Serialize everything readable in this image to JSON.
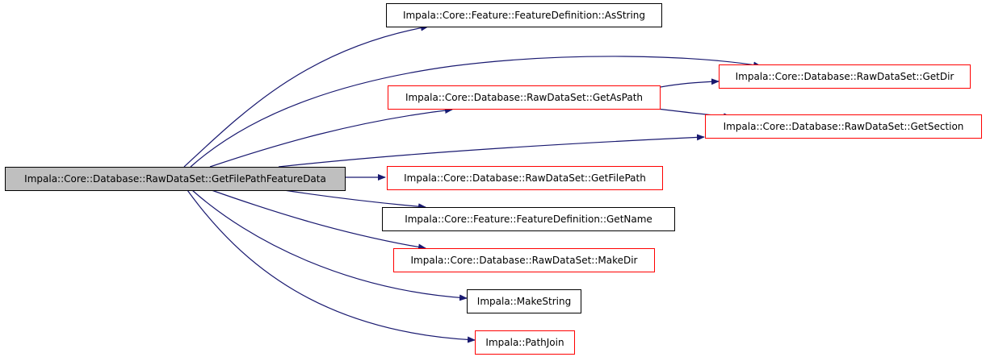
{
  "graph": {
    "root": {
      "id": "root",
      "label": "Impala::Core::Database::RawDataSet::GetFilePathFeatureData"
    },
    "nodes": [
      {
        "id": "asstring",
        "label": "Impala::Core::Feature::FeatureDefinition::AsString",
        "border": "black"
      },
      {
        "id": "getdir",
        "label": "Impala::Core::Database::RawDataSet::GetDir",
        "border": "red"
      },
      {
        "id": "getaspath",
        "label": "Impala::Core::Database::RawDataSet::GetAsPath",
        "border": "red"
      },
      {
        "id": "getsection",
        "label": "Impala::Core::Database::RawDataSet::GetSection",
        "border": "red"
      },
      {
        "id": "getfilepath",
        "label": "Impala::Core::Database::RawDataSet::GetFilePath",
        "border": "red"
      },
      {
        "id": "getname",
        "label": "Impala::Core::Feature::FeatureDefinition::GetName",
        "border": "black"
      },
      {
        "id": "makedir",
        "label": "Impala::Core::Database::RawDataSet::MakeDir",
        "border": "red"
      },
      {
        "id": "makestring",
        "label": "Impala::MakeString",
        "border": "black"
      },
      {
        "id": "pathjoin",
        "label": "Impala::PathJoin",
        "border": "red"
      }
    ],
    "edges": [
      {
        "from": "root",
        "to": "asstring"
      },
      {
        "from": "root",
        "to": "getdir"
      },
      {
        "from": "root",
        "to": "getaspath"
      },
      {
        "from": "root",
        "to": "getsection"
      },
      {
        "from": "root",
        "to": "getfilepath"
      },
      {
        "from": "root",
        "to": "getname"
      },
      {
        "from": "root",
        "to": "makedir"
      },
      {
        "from": "root",
        "to": "makestring"
      },
      {
        "from": "root",
        "to": "pathjoin"
      },
      {
        "from": "getaspath",
        "to": "getdir"
      },
      {
        "from": "getaspath",
        "to": "getsection"
      }
    ],
    "colors": {
      "edge": "#191970",
      "root_fill": "#bfbfbf",
      "red_border": "#ff0000",
      "black_border": "#000000"
    }
  }
}
